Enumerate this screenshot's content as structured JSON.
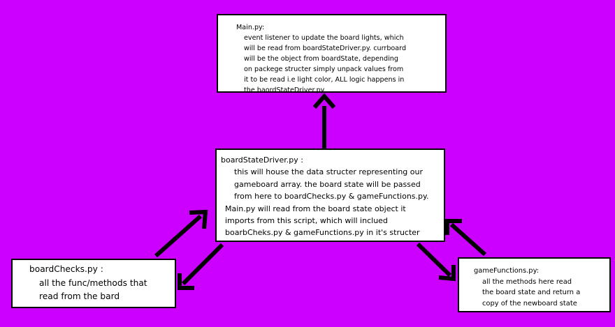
{
  "colors": {
    "background": "#cc00ff",
    "box_fill": "#ffffff",
    "stroke": "#000000"
  },
  "main_box": {
    "title": "Main.py:",
    "lines": [
      "event listener to update the board lights, which",
      "will be read from boardStateDriver.py. currboard",
      "will be the object from boardState, depending",
      "on packege structer simply unpack values from",
      "it to be read i.e light color, ALL logic happens in",
      "the baordStateDriver.py"
    ]
  },
  "driver_box": {
    "title": "boardStateDriver.py :",
    "lines": [
      "this will house the data structer representing our",
      "gameboard array. the board state will be passed",
      "from here to boardChecks.py & gameFunctions.py.",
      "Main.py will read from the board state object it",
      "imports from this script, which will inclued",
      "boarbCheks.py & gameFunctions.py in it's structer"
    ]
  },
  "checks_box": {
    "title": "boardChecks.py :",
    "lines": [
      "all the func/methods that",
      "read from the bard"
    ]
  },
  "game_box": {
    "title": "gameFunctions.py:",
    "lines": [
      "all the methods here read",
      "the board state and return a",
      "copy of the newboard state"
    ]
  }
}
